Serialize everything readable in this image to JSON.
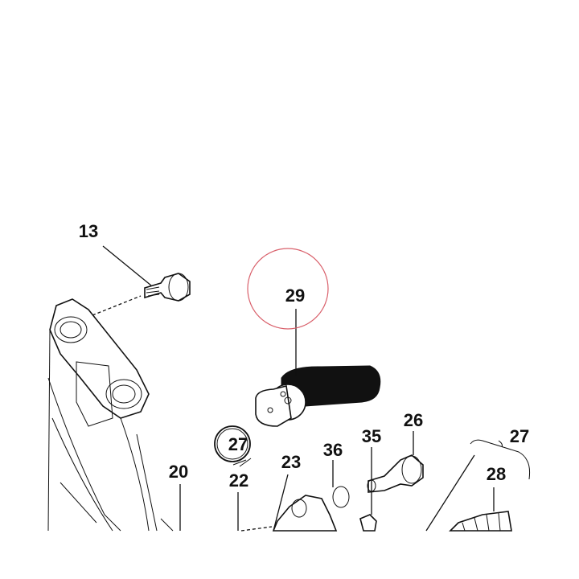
{
  "callouts": {
    "c13": "13",
    "c29": "29",
    "c26": "26",
    "c27_top": "27",
    "c27_circled": "27",
    "c36": "36",
    "c35": "35",
    "c23": "23",
    "c22": "22",
    "c20": "20",
    "c28": "28"
  },
  "highlight_color": "#d9606b"
}
